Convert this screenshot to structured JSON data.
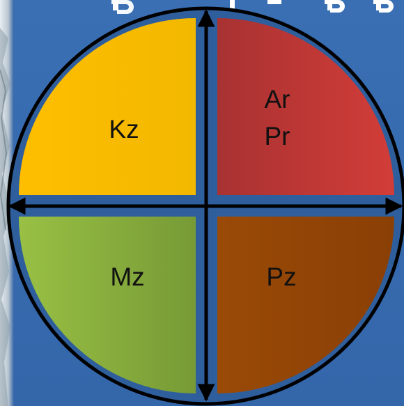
{
  "quadrants": {
    "top_left": {
      "lines": [
        "Kz"
      ],
      "color_start": "#ffbe00",
      "color_end": "#f2b800"
    },
    "top_right": {
      "lines": [
        "Ar",
        "Pr"
      ],
      "color_start": "#a83232",
      "color_end": "#d23d38"
    },
    "bottom_left": {
      "lines": [
        "Mz"
      ],
      "color_start": "#99c044",
      "color_end": "#779a36"
    },
    "bottom_right": {
      "lines": [
        "Pz"
      ],
      "color_start": "#9a4a07",
      "color_end": "#8a3f05"
    }
  },
  "colors": {
    "background": "#3566a8",
    "outline": "#000000"
  }
}
